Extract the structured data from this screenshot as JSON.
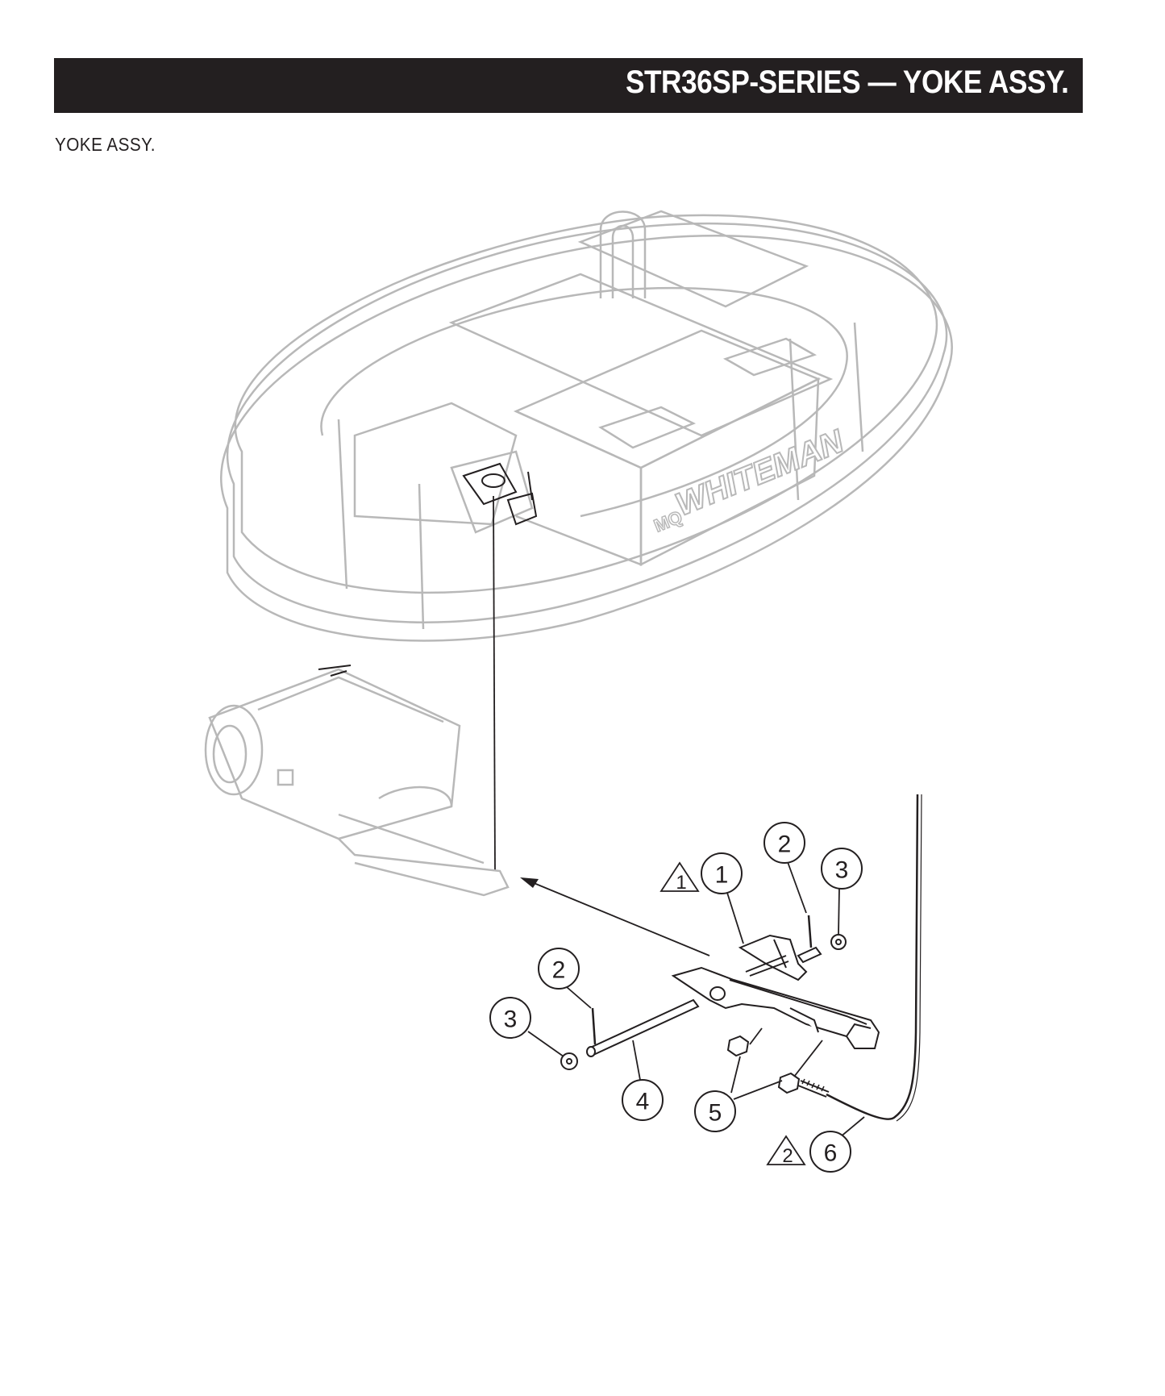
{
  "header": {
    "title": "STR36SP-SERIES — YOKE ASSY."
  },
  "section_label": "YOKE ASSY.",
  "machine": {
    "brand_text": "WHITEMAN",
    "logo_text": "MQ"
  },
  "callouts": [
    {
      "id": "c1",
      "label": "1"
    },
    {
      "id": "c2a",
      "label": "2"
    },
    {
      "id": "c3a",
      "label": "3"
    },
    {
      "id": "c2b",
      "label": "2"
    },
    {
      "id": "c3b",
      "label": "3"
    },
    {
      "id": "c4",
      "label": "4"
    },
    {
      "id": "c5",
      "label": "5"
    },
    {
      "id": "c6",
      "label": "6"
    }
  ],
  "notes": [
    {
      "id": "n1",
      "label": "1"
    },
    {
      "id": "n2",
      "label": "2"
    }
  ],
  "colors": {
    "header_bg": "#231f20",
    "header_text": "#ffffff",
    "ghost_line": "#b8b8b8",
    "part_line": "#231f20"
  }
}
